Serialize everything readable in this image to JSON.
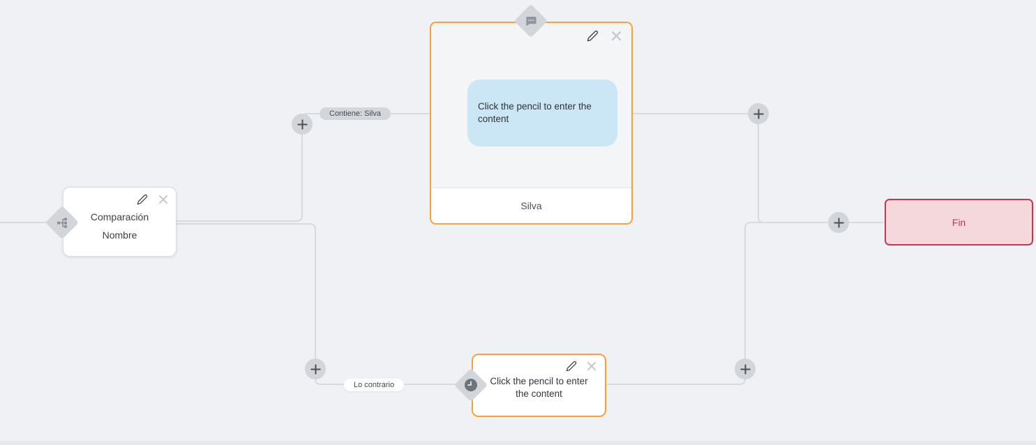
{
  "colors": {
    "canvas_bg": "#eff1f4",
    "edge": "#d8dade",
    "accent_orange": "#f5a23a",
    "end_border": "#c23a52",
    "end_bg": "#f5d8dc",
    "bubble_bg": "#cbe7f6"
  },
  "nodes": {
    "comparison": {
      "type_icon": "branch-icon",
      "title_line1": "Comparación",
      "title_line2": "Nombre"
    },
    "message": {
      "type_icon": "chat-bubble-icon",
      "preview_text": "Click the pencil to enter the content",
      "footer_label": "Silva"
    },
    "action": {
      "type_icon": "clock-icon",
      "placeholder_text": "Click the pencil to enter the content"
    },
    "end": {
      "label": "Fin"
    }
  },
  "edge_labels": {
    "contains": "Contiene: Silva",
    "otherwise": "Lo contrario"
  }
}
